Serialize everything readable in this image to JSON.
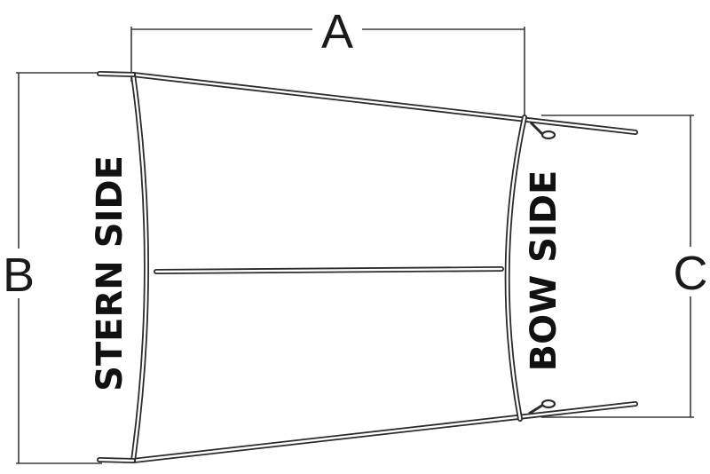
{
  "dimensions": {
    "a_label": "A",
    "b_label": "B",
    "c_label": "C"
  },
  "sides": {
    "stern_label": "STERN SIDE",
    "bow_label": "BOW SIDE"
  },
  "colors": {
    "line": "#2b2b2b",
    "text": "#111111",
    "background": "#ffffff"
  }
}
